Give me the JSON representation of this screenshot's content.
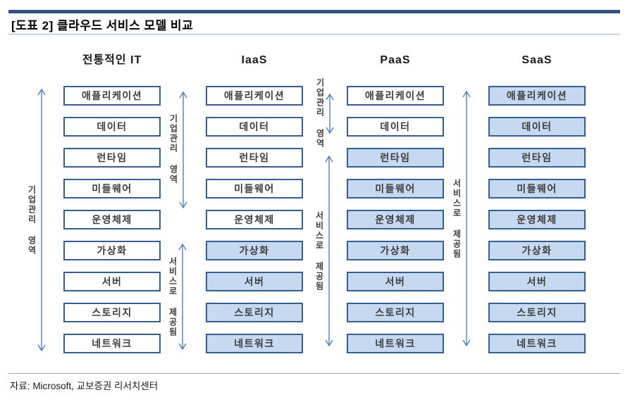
{
  "title": "[도표 2] 클라우드 서비스 모델 비교",
  "source": "자료: Microsoft, 교보증권 리서치센터",
  "layers": [
    "애플리케이션",
    "데이터",
    "런타임",
    "미들웨어",
    "운영체제",
    "가상화",
    "서버",
    "스토리지",
    "네트워크"
  ],
  "columns": [
    {
      "id": "traditional-it",
      "header": "전통적인 IT",
      "service_from": 9,
      "arrows": [
        {
          "label": "기업관리 영역"
        }
      ]
    },
    {
      "id": "iaas",
      "header": "IaaS",
      "service_from": 5,
      "arrows": [
        {
          "label": "기업관리 영역"
        },
        {
          "label": "서비스로 제공됨"
        }
      ]
    },
    {
      "id": "paas",
      "header": "PaaS",
      "service_from": 2,
      "arrows": [
        {
          "label": "기업관리 영역"
        },
        {
          "label": "서비스로 제공됨"
        }
      ]
    },
    {
      "id": "saas",
      "header": "SaaS",
      "service_from": 0,
      "arrows": [
        {
          "label": "서비스로 제공됨"
        }
      ]
    }
  ],
  "colors": {
    "accent_bar": "#35547E",
    "box_border": "#365F91",
    "service_fill": "#C6D9F1",
    "arrow": "#4F81BD",
    "divider": "#9FB3CD",
    "footer_divider": "#A6A6A6"
  }
}
